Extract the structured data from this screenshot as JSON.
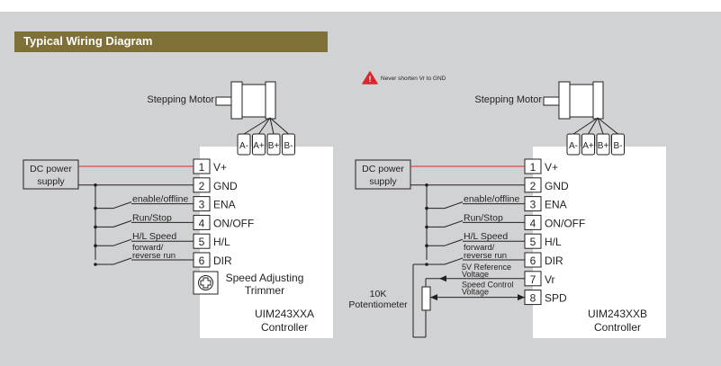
{
  "section_title": "Typical Wiring Diagram",
  "warning": {
    "icon": "warning-triangle-icon",
    "text": "Never shorten Vr to GND",
    "color": "#d7282f"
  },
  "colors": {
    "header_bg": "#7f7038",
    "panel_bg": "#d1d2d4",
    "vplus_wire": "#e0252b"
  },
  "left_diagram": {
    "motor_label": "Stepping Motor",
    "motor_terminals": [
      "A-",
      "A+",
      "B+",
      "B-"
    ],
    "power_supply": [
      "DC power",
      "supply"
    ],
    "switches": [
      {
        "label": [
          "enable/offline"
        ]
      },
      {
        "label": [
          "Run/Stop"
        ]
      },
      {
        "label": [
          "H/L Speed"
        ]
      },
      {
        "label": [
          "forward/",
          "reverse run"
        ]
      }
    ],
    "pins": [
      {
        "num": "1",
        "name": "V+"
      },
      {
        "num": "2",
        "name": "GND"
      },
      {
        "num": "3",
        "name": "ENA"
      },
      {
        "num": "4",
        "name": "ON/OFF"
      },
      {
        "num": "5",
        "name": "H/L"
      },
      {
        "num": "6",
        "name": "DIR"
      }
    ],
    "trimmer_label": [
      "Speed Adjusting",
      "Trimmer"
    ],
    "controller": [
      "UIM243XXA",
      "Controller"
    ]
  },
  "right_diagram": {
    "motor_label": "Stepping Motor",
    "motor_terminals": [
      "A-",
      "A+",
      "B+",
      "B-"
    ],
    "power_supply": [
      "DC power",
      "supply"
    ],
    "switches": [
      {
        "label": [
          "enable/offline"
        ]
      },
      {
        "label": [
          "Run/Stop"
        ]
      },
      {
        "label": [
          "H/L Speed"
        ]
      },
      {
        "label": [
          "forward/",
          "reverse run"
        ]
      }
    ],
    "pins": [
      {
        "num": "1",
        "name": "V+"
      },
      {
        "num": "2",
        "name": "GND"
      },
      {
        "num": "3",
        "name": "ENA"
      },
      {
        "num": "4",
        "name": "ON/OFF"
      },
      {
        "num": "5",
        "name": "H/L"
      },
      {
        "num": "6",
        "name": "DIR"
      },
      {
        "num": "7",
        "name": "Vr"
      },
      {
        "num": "8",
        "name": "SPD"
      }
    ],
    "vr_wire_label": [
      "5V Reference",
      "Voltage"
    ],
    "spd_wire_label": [
      "Speed Control",
      "Voltage"
    ],
    "potentiometer_label": [
      "10K",
      "Potentiometer"
    ],
    "controller": [
      "UIM243XXB",
      "Controller"
    ]
  }
}
